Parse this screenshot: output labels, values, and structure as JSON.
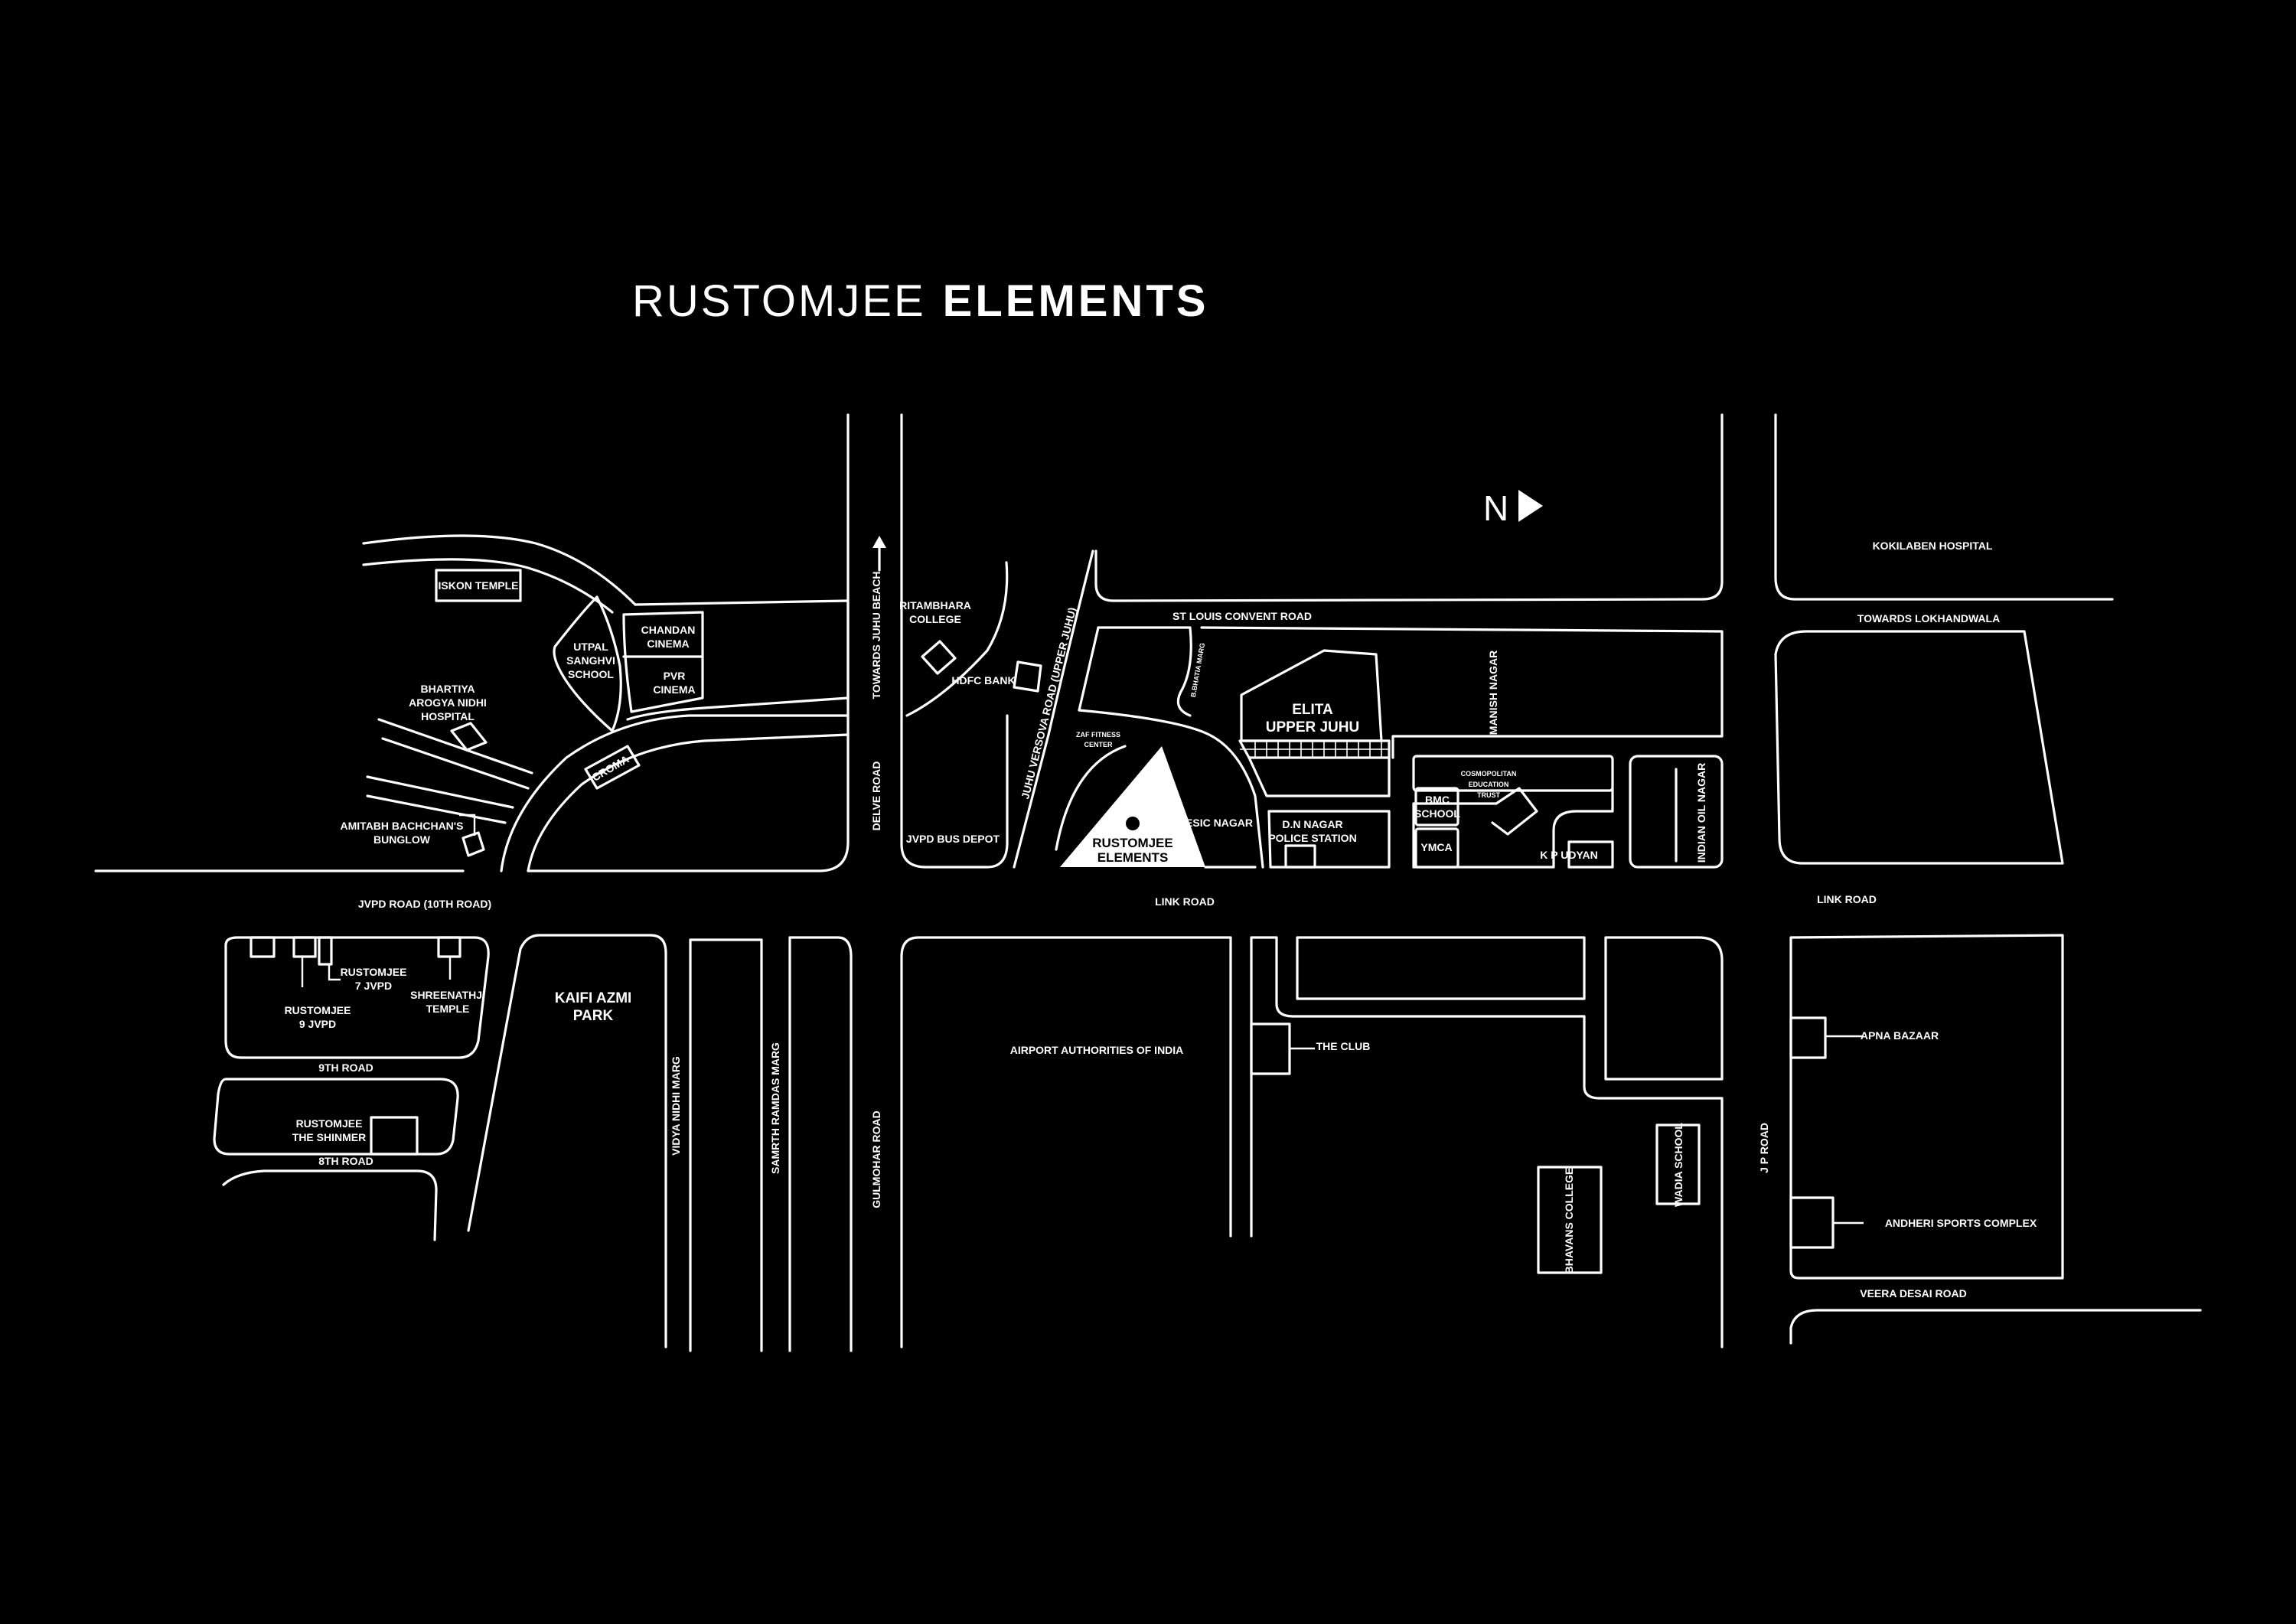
{
  "title": {
    "light": "RUSTOMJEE",
    "bold": "ELEMENTS"
  },
  "north": "N",
  "project": {
    "line1": "RUSTOMJEE",
    "line2": "ELEMENTS"
  },
  "roads": {
    "jvpd": "JVPD ROAD (10TH ROAD)",
    "link_center": "LINK ROAD",
    "link_right": "LINK ROAD",
    "st_louis": "ST LOUIS CONVENT ROAD",
    "towards_juhu": "TOWARDS JUHU BEACH",
    "delve": "DELVE ROAD",
    "juhu_versova": "JUHU VERSOVA ROAD (UPPER JUHU)",
    "manish_nagar": "MANISH NAGAR",
    "indian_oil": "INDIAN OIL NAGAR",
    "vidya_nidhi": "VIDYA NIDHI MARG",
    "samrth": "SAMRTH RAMDAS MARG",
    "gulmohar": "GULMOHAR ROAD",
    "ninth": "9TH ROAD",
    "eighth": "8TH ROAD",
    "jp": "J P ROAD",
    "veera": "VEERA DESAI ROAD",
    "towards_lokhandwala": "TOWARDS LOKHANDWALA",
    "small_marg": "B.BHATIA MARG"
  },
  "places": {
    "iskon": "ISKON TEMPLE",
    "utpal": [
      "UTPAL",
      "SANGHVI",
      "SCHOOL"
    ],
    "chandan": [
      "CHANDAN",
      "CINEMA"
    ],
    "pvr": [
      "PVR",
      "CINEMA"
    ],
    "bhartiya": [
      "BHARTIYA",
      "AROGYA NIDHI",
      "HOSPITAL"
    ],
    "croma": "CROMA",
    "amitabh": [
      "AMITABH BACHCHAN'S",
      "BUNGLOW"
    ],
    "ritambhara": [
      "RITAMBHARA",
      "COLLEGE"
    ],
    "hdfc": "HDFC BANK",
    "jvpd_bus": "JVPD BUS DEPOT",
    "zaf": [
      "ZAF FITNESS",
      "CENTER"
    ],
    "esic": "ESIC NAGAR",
    "elita": [
      "ELITA",
      "UPPER JUHU"
    ],
    "dn_nagar": [
      "D.N NAGAR",
      "POLICE STATION"
    ],
    "bmc": [
      "BMC",
      "SCHOOL"
    ],
    "ymca": "YMCA",
    "cosmo": [
      "COSMOPOLITAN",
      "EDUCATION",
      "TRUST"
    ],
    "kp_udyan": "K P UDYAN",
    "kokilaben": "KOKILABEN HOSPITAL",
    "rustomjee_7": [
      "RUSTOMJEE",
      "7 JVPD"
    ],
    "rustomjee_9": [
      "RUSTOMJEE",
      "9 JVPD"
    ],
    "shreenathji": [
      "SHREENATHJI",
      "TEMPLE"
    ],
    "shimmer": [
      "RUSTOMJEE",
      "THE SHINMER"
    ],
    "kaifi": [
      "KAIFI AZMI",
      "PARK"
    ],
    "aai": "AIRPORT AUTHORITIES OF INDIA",
    "club": "THE CLUB",
    "bhavans": "BHAVANS COLLEGE",
    "wadia": "WADIA SCHOOL",
    "apna": "APNA BAZAAR",
    "andheri_sports": "ANDHERI SPORTS COMPLEX"
  }
}
